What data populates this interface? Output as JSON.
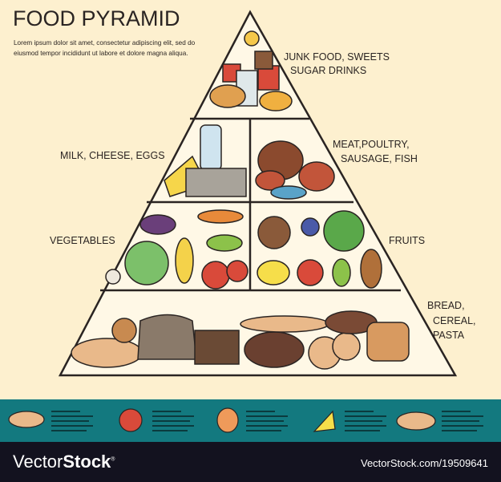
{
  "header": {
    "title": "FOOD PYRAMID",
    "intro": "Lorem ipsum dolor sit amet, consectetur adipiscing elit, sed do eiusmod tempor incididunt ut labore et dolore magna aliqua."
  },
  "tiers": {
    "junk": [
      "JUNK FOOD, SWEETS",
      "SUGAR DRINKS"
    ],
    "dairy": "MILK, CHEESE, EGGS",
    "meat": [
      "MEAT,POULTRY,",
      "SAUSAGE, FISH"
    ],
    "vegetables": "VEGETABLES",
    "fruits": "FRUITS",
    "grains": [
      "BREAD,",
      "CEREAL,",
      "PASTA"
    ]
  },
  "band": {
    "icons": [
      "bread-icon",
      "tomato-icon",
      "orange-icon",
      "cheese-icon",
      "hotdog-icon"
    ]
  },
  "footer": {
    "logo_light": "Vector",
    "logo_bold": "Stock",
    "logo_mark": "®",
    "url": "VectorStock.com/19509641"
  },
  "colors": {
    "background": "#fdf0cf",
    "band": "#13797f",
    "footer": "#13121f",
    "outline": "#2a2422"
  }
}
